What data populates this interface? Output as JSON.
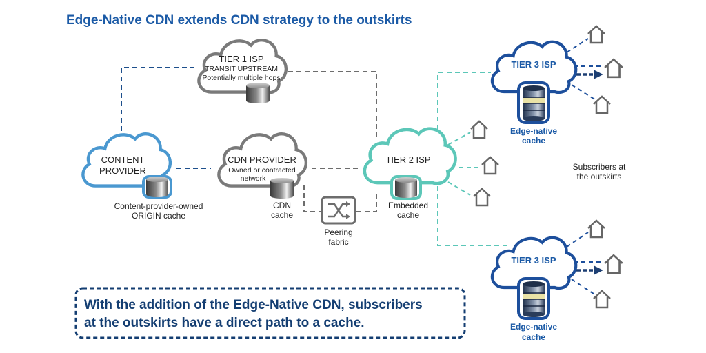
{
  "title": "Edge-Native CDN extends CDN strategy to the outskirts",
  "nodes": {
    "tier1": {
      "name": "TIER 1 ISP",
      "line1": "TRANSIT UPSTREAM",
      "line2": "Potentially multiple hops"
    },
    "content_provider": {
      "name_line1": "CONTENT",
      "name_line2": "PROVIDER",
      "caption_line1": "Content-provider-owned",
      "caption_line2": "ORIGIN cache"
    },
    "cdn_provider": {
      "name": "CDN PROVIDER",
      "line1": "Owned or contracted",
      "line2": "network",
      "caption_line1": "CDN",
      "caption_line2": "cache"
    },
    "peering": {
      "caption_line1": "Peering",
      "caption_line2": "fabric"
    },
    "tier2": {
      "name": "TIER 2 ISP",
      "caption_line1": "Embedded",
      "caption_line2": "cache"
    },
    "tier3_top": {
      "name": "TIER 3 ISP",
      "caption_line1": "Edge-native",
      "caption_line2": "cache"
    },
    "tier3_bottom": {
      "name": "TIER 3 ISP",
      "caption_line1": "Edge-native",
      "caption_line2": "cache"
    }
  },
  "subscribers_label": {
    "line1": "Subscribers at",
    "line2": "the outskirts"
  },
  "callout": {
    "line1": "With the addition of the Edge-Native CDN, subscribers",
    "line2": "at the outskirts have a direct path to a cache."
  },
  "colors": {
    "title_blue": "#1b5aa6",
    "callout_navy": "#143e72",
    "content_provider_blue": "#4a98d0",
    "gray": "#7a7a7a",
    "teal": "#5cc7b8",
    "tier3_blue": "#1d4f9c",
    "gold_band": "#e9e2a6"
  }
}
